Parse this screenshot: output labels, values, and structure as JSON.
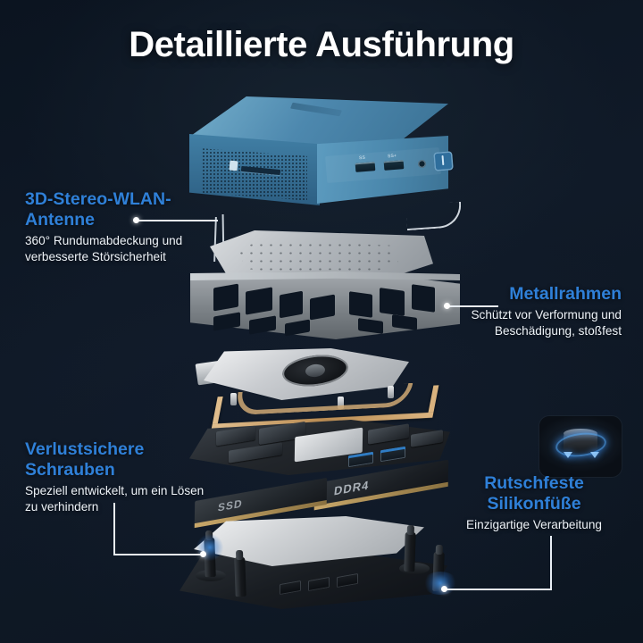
{
  "meta": {
    "title_heading": "Detaillierte Ausführung",
    "accent_color": "#2f80d8",
    "background_color": "#101a28",
    "text_color": "#eef3f8"
  },
  "callouts": [
    {
      "id": "antenna",
      "heading": "3D-Stereo-WLAN-Antenne",
      "description": "360° Rundumabdeckung und verbesserte Störsicherheit",
      "position": "left-upper"
    },
    {
      "id": "frame",
      "heading": "Metallrahmen",
      "description": "Schützt vor Verformung und Beschädigung, stoßfest",
      "position": "right-upper"
    },
    {
      "id": "screws",
      "heading": "Verlustsichere Schrauben",
      "description": "Speziell entwickelt, um ein Lösen zu verhindern",
      "position": "left-lower"
    },
    {
      "id": "feet",
      "heading": "Rutschfeste Silikonfüße",
      "description": "Einzigartige Verarbeitung",
      "position": "right-lower"
    }
  ],
  "device": {
    "name": "mini-pc",
    "chassis_color": "#4d88ae",
    "ports": {
      "usb_a_label": "SS",
      "usb_a_fast_label": "SS+",
      "audio_jack": "headphone-jack",
      "power_button": "power-button",
      "card_slot": "sd-card-slot"
    }
  },
  "components": {
    "metal_frame_label": "metal-frame",
    "fan_label": "cooling-fan",
    "heatpipe_label": "copper-heatpipe",
    "memory_label": "DDR4",
    "storage_label": "SSD",
    "baseplate_label": "bottom-plate"
  }
}
